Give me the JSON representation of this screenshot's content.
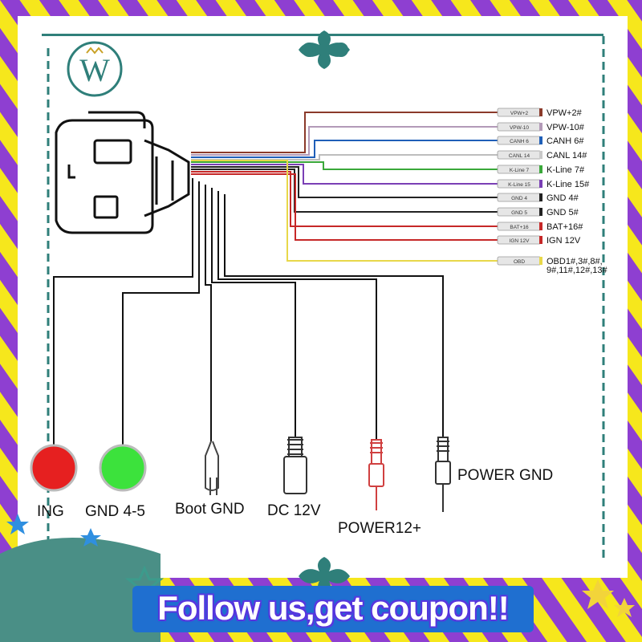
{
  "banner": {
    "text": "Follow us,get coupon!!"
  },
  "logo": {
    "letter": "W"
  },
  "pin_labels": [
    {
      "tag": "VPW+2",
      "label": "VPW+2#",
      "color": "#8b3a2a"
    },
    {
      "tag": "VPW-10",
      "label": "VPW-10#",
      "color": "#b39ab8"
    },
    {
      "tag": "CANH 6",
      "label": "CANH 6#",
      "color": "#1f5fb8"
    },
    {
      "tag": "CANL 14",
      "label": "CANL 14#",
      "color": "#c9c9c9"
    },
    {
      "tag": "K-Line 7",
      "label": "K-Line 7#",
      "color": "#3aa83a"
    },
    {
      "tag": "K-Line 15",
      "label": "K-Line 15#",
      "color": "#7a3fb5"
    },
    {
      "tag": "GND 4",
      "label": "GND 4#",
      "color": "#222222"
    },
    {
      "tag": "GND 5",
      "label": "GND 5#",
      "color": "#222222"
    },
    {
      "tag": "BAT+16",
      "label": "BAT+16#",
      "color": "#c62828"
    },
    {
      "tag": "IGN 12V",
      "label": "IGN 12V",
      "color": "#c62828"
    },
    {
      "tag": "OBD",
      "label": "OBD1#,3#,8#,",
      "label2": "9#,11#,12#,13#",
      "color": "#e8d84a"
    }
  ],
  "connectors": [
    {
      "label": "ING",
      "color": "#e62020"
    },
    {
      "label": "GND 4-5",
      "color": "#3ce23c"
    },
    {
      "label": "Boot GND"
    },
    {
      "label": "DC 12V"
    },
    {
      "label": "POWER12+",
      "color": "#d04040"
    },
    {
      "label": "POWER GND"
    }
  ],
  "colors": {
    "frame_purple": "#8e3fd1",
    "frame_yellow": "#f6e71c",
    "teal": "#2f7f7a",
    "banner_bg": "#1f6fd0"
  }
}
